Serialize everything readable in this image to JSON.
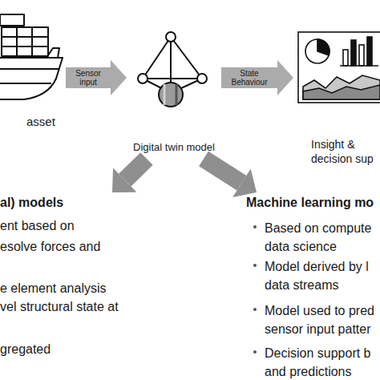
{
  "diagram": {
    "nodes": [
      {
        "text": [
          "asset"
        ]
      },
      {
        "text": [
          "Digital twin model"
        ]
      },
      {
        "text": [
          "Insight & decision sup"
        ]
      },
      {
        "text": [
          "al) models",
          "ent based on",
          "esolve forces and",
          "e element analysis",
          "vel structural state at",
          "gregated"
        ]
      },
      {
        "text": [
          "Machine learning mo",
          "Based on compute data science",
          "Model derived by l data streams",
          "Model used to pred sensor input patter",
          "Decision support b and predictions"
        ]
      }
    ],
    "edges": [
      {
        "from": 0,
        "to": 1,
        "arrow": "to",
        "label": "Sensor input"
      },
      {
        "from": 1,
        "to": 2,
        "arrow": "to",
        "label": "State Behaviour"
      },
      {
        "from": 1,
        "to": 3,
        "arrow": "to"
      },
      {
        "from": 1,
        "to": 4,
        "arrow": "to"
      }
    ]
  }
}
